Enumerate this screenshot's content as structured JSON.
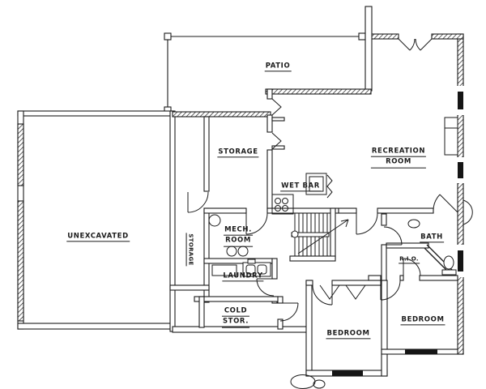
{
  "drawing": {
    "title": "basement floor plan",
    "background_color": "#ffffff",
    "line_color": "#1b1b1b"
  },
  "plan": {
    "rooms": [
      {
        "id": "patio",
        "label": "PATIO"
      },
      {
        "id": "storage-room",
        "label": "STORAGE"
      },
      {
        "id": "recreation-room",
        "lines": [
          "RECREATION",
          "ROOM"
        ]
      },
      {
        "id": "wet-bar",
        "label": "WET BAR"
      },
      {
        "id": "unexcavated",
        "label": "UNEXCAVATED"
      },
      {
        "id": "mech-room",
        "lines": [
          "MECH.",
          "ROOM"
        ]
      },
      {
        "id": "storage-closet",
        "label": "STORAGE",
        "orientation": "vertical"
      },
      {
        "id": "laundry",
        "label": "LAUNDRY"
      },
      {
        "id": "cold-storage",
        "lines": [
          "COLD",
          "STOR."
        ]
      },
      {
        "id": "bath",
        "label": "BATH"
      },
      {
        "id": "rio-closet",
        "label": "R.I.O."
      },
      {
        "id": "bedroom-middle",
        "label": "BEDROOM"
      },
      {
        "id": "bedroom-right",
        "label": "BEDROOM"
      }
    ],
    "fixtures": [
      "french-doors",
      "fireplace-niche",
      "wet-bar-sink",
      "bar-counter",
      "stairs-up",
      "water-heater",
      "furnace",
      "laundry-tub",
      "bath-sink",
      "toilet",
      "windows",
      "window-wells",
      "bifold-closet-doors"
    ]
  }
}
